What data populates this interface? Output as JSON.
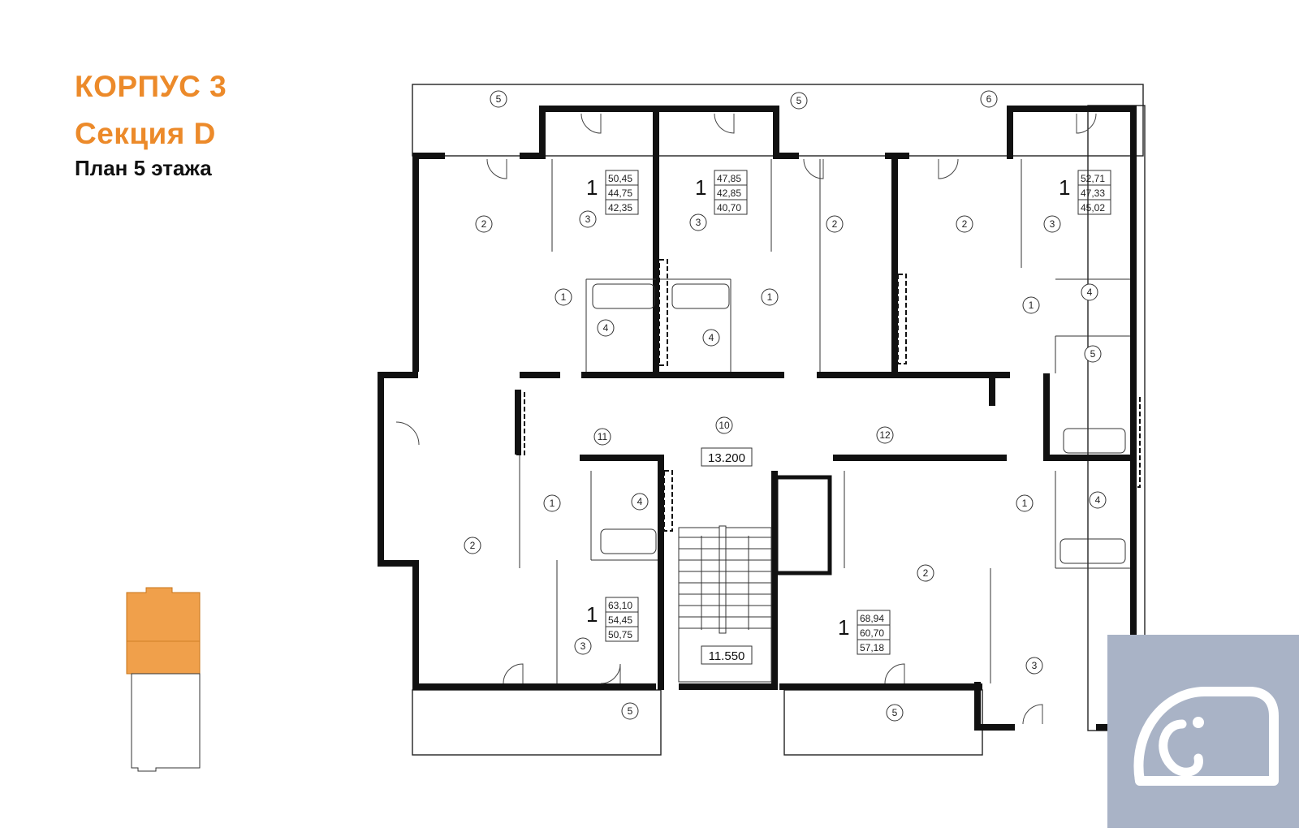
{
  "header": {
    "building": "КОРПУС 3",
    "section": "Секция D",
    "plan": "План 5 этажа"
  },
  "colors": {
    "accent": "#ec8a2a",
    "logo_bg": "#a9b3c6",
    "wall": "#111111"
  },
  "balconies": {
    "b1": "5",
    "b2": "5",
    "b3": "6",
    "b4": "5",
    "b5": "5"
  },
  "apartments": [
    {
      "rooms": "1",
      "areas": [
        "50,45",
        "44,75",
        "42,35"
      ]
    },
    {
      "rooms": "1",
      "areas": [
        "47,85",
        "42,85",
        "40,70"
      ]
    },
    {
      "rooms": "1",
      "areas": [
        "52,71",
        "47,33",
        "45,02"
      ]
    },
    {
      "rooms": "1",
      "areas": [
        "63,10",
        "54,45",
        "50,75"
      ]
    },
    {
      "rooms": "1",
      "areas": [
        "68,94",
        "60,70",
        "57,18"
      ]
    }
  ],
  "room_numbers": {
    "r2a": "2",
    "r3a": "3",
    "r1a": "1",
    "r4a": "4",
    "r3b": "3",
    "r4b": "4",
    "r1b": "1",
    "r2b": "2",
    "r2c": "2",
    "r3c": "3",
    "r1c": "1",
    "r4c": "4",
    "r5c": "5",
    "r2d": "2",
    "r1d": "1",
    "r4d": "4",
    "r3d": "3",
    "r2e": "2",
    "r1e": "1",
    "r4e": "4",
    "r3e": "3",
    "r10": "10",
    "r11": "11",
    "r12": "12"
  },
  "elevations": {
    "upper": "13.200",
    "lower": "11.550"
  },
  "key_plan": {
    "highlight": "Секция D"
  },
  "logo": {
    "name": "elephant-logo"
  }
}
